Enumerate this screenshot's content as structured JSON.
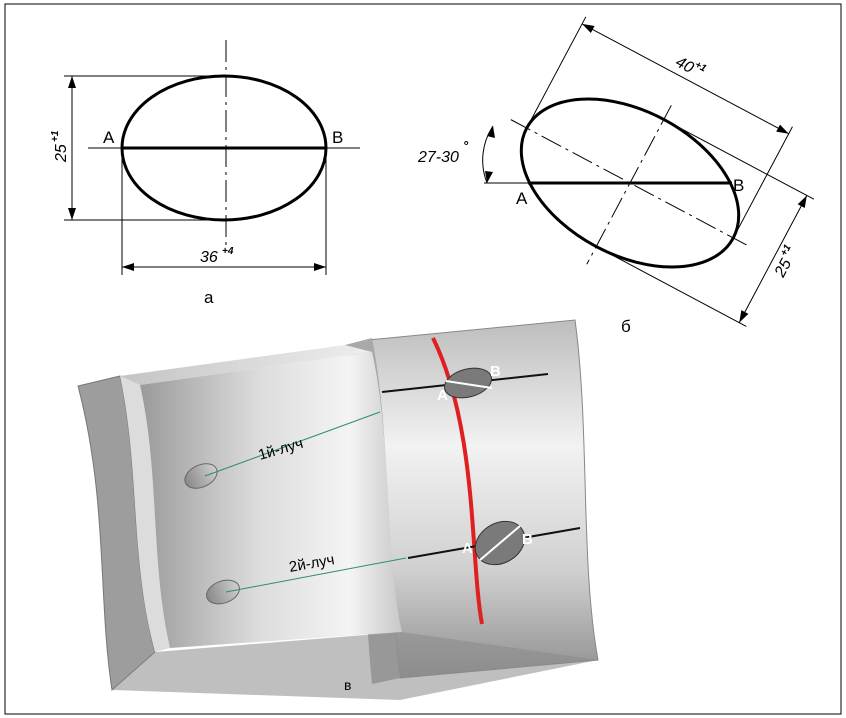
{
  "figure_a": {
    "point_a": "A",
    "point_b": "B",
    "height_dim": "25",
    "height_tol": "+1",
    "width_dim": "36",
    "width_tol": "+4",
    "caption": "а"
  },
  "figure_b": {
    "point_a": "A",
    "point_b": "B",
    "length_dim": "40",
    "length_tol": "+1",
    "width_dim": "25",
    "width_tol": "+1",
    "angle": "27-30",
    "angle_unit": "°",
    "caption": "б"
  },
  "figure_c": {
    "beam_1": "1й-луч",
    "beam_2": "2й-луч",
    "upper_a": "A",
    "upper_b": "B",
    "lower_a": "A",
    "lower_b": "B",
    "caption": "в",
    "colors": {
      "weld_line": "#e02020",
      "pipe": "#c8c8c8",
      "beam": "#2e8b72"
    }
  }
}
